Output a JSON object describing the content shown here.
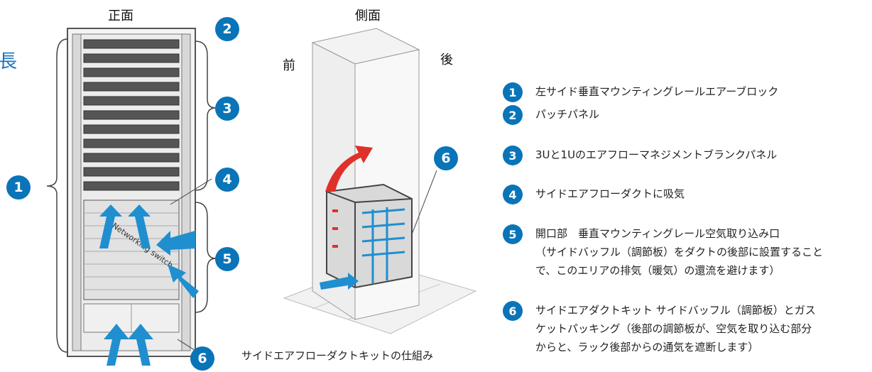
{
  "edge_text": "長",
  "front_view": {
    "label": "正面",
    "device_label": "Networking switch"
  },
  "side_view": {
    "label": "側面",
    "front": "前",
    "rear": "後"
  },
  "callouts": {
    "c1": "1",
    "c2": "2",
    "c3": "3",
    "c4": "4",
    "c5": "5",
    "c6": "6",
    "c6b": "6"
  },
  "legend": [
    {
      "num": "1",
      "text": "左サイド垂直マウンティングレールエアーブロック"
    },
    {
      "num": "2",
      "text": "パッチパネル"
    },
    {
      "num": "3",
      "text": "3Uと1Uのエアフローマネジメントブランクパネル"
    },
    {
      "num": "4",
      "text": "サイドエアフローダクトに吸気"
    },
    {
      "num": "5",
      "text": "開口部　垂直マウンティングレール空気取り込み口\n（サイドバッフル（調節板）をダクトの後部に設置すること\nで、このエリアの排気（暖気）の還流を避けます）"
    },
    {
      "num": "6",
      "text": "サイドエアダクトキット サイドバッフル（調節板）とガス\nケットパッキング（後部の調節板が、空気を取り込む部分\nからと、ラック後部からの通気を遮断します）"
    }
  ],
  "caption": "サイドエアフローダクトキットの仕組み",
  "colors": {
    "badge": "#0a74b8",
    "arrow_blue": "#1f8fd0",
    "arrow_red": "#e0302a",
    "edge_text": "#1a73c2"
  }
}
